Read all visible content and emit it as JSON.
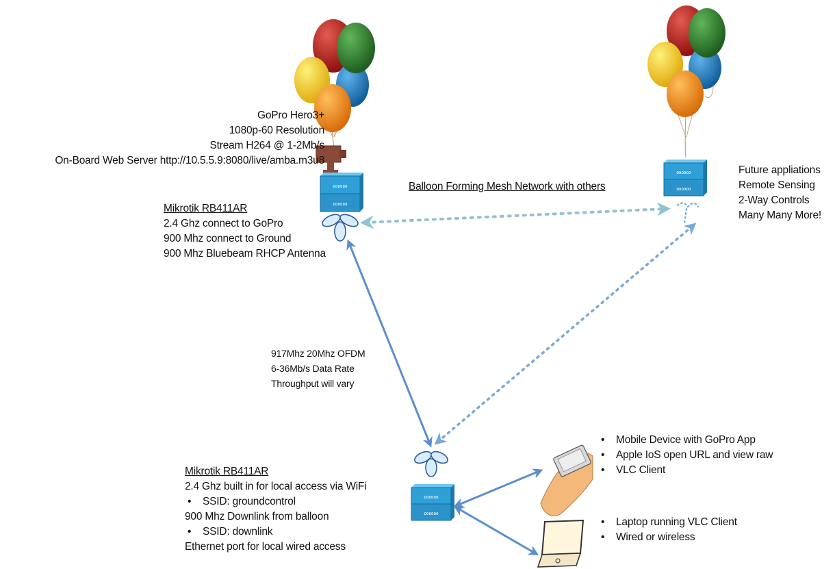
{
  "balloon_payload": {
    "camera_lines": [
      "GoPro Hero3+",
      "1080p-60 Resolution",
      "Stream H264 @ 1-2Mb/s",
      "On-Board Web Server  http://10.5.5.9:8080/live/amba.m3u8"
    ],
    "router_title": "Mikrotik RB411AR",
    "router_lines": [
      "2.4 Ghz connect to GoPro",
      "900 Mhz connect to Ground",
      "900 Mhz Bluebeam RHCP Antenna"
    ]
  },
  "mesh_label": "Balloon Forming Mesh Network with others",
  "future_lines": [
    "Future appliations",
    "Remote Sensing",
    "2-Way Controls",
    "Many Many More!"
  ],
  "link_label_lines": [
    "917Mhz 20Mhz OFDM",
    "6-36Mb/s Data Rate",
    "Throughput will vary"
  ],
  "ground_station": {
    "router_title": "Mikrotik RB411AR",
    "line_1": "2.4 Ghz built in for local access via WiFi",
    "bullet_1": "SSID: groundcontrol",
    "line_2": "900 Mhz Downlink from balloon",
    "bullet_2": "SSID: downlink",
    "line_3": "Ethernet port for local wired access"
  },
  "mobile_bullets": [
    "Mobile Device with GoPro App",
    "Apple IoS open URL and view raw",
    "VLC Client"
  ],
  "laptop_bullets": [
    "Laptop running VLC Client",
    "Wired or wireless"
  ],
  "colors": {
    "link_blue": "#5b8fcb",
    "mesh_dots": "#8fc3cf",
    "router_blue": "#2f9fd8",
    "balloon_red": "#b31b1b",
    "balloon_green": "#2d7f2d",
    "balloon_yellow": "#f2c21b",
    "balloon_blue": "#1f7fc4",
    "balloon_orange": "#f08a1a",
    "skin": "#f3b87a"
  }
}
